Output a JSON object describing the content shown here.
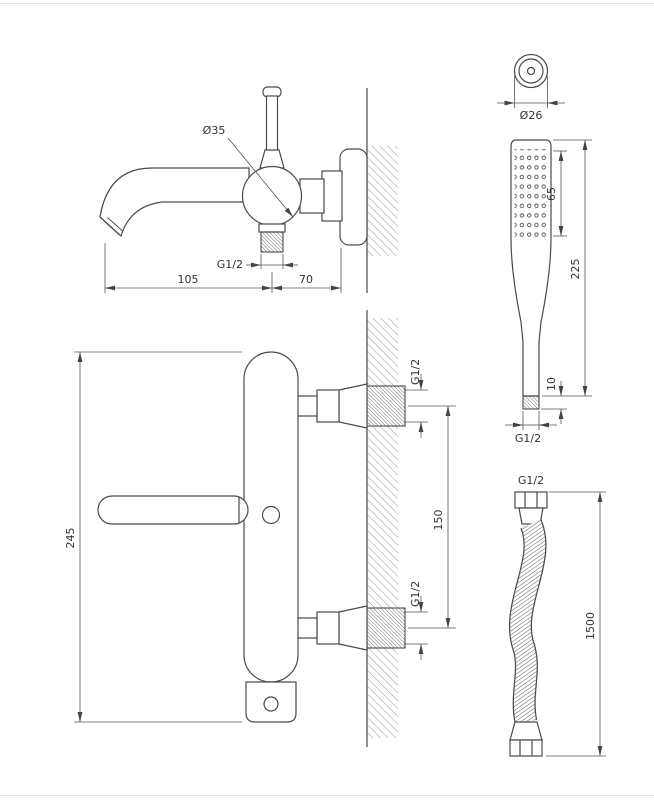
{
  "views": {
    "spout_side": {
      "body_diameter": "Ø35",
      "outlet_thread": "G1/2",
      "spout_reach": "105",
      "wall_offset": "70"
    },
    "mixer_front": {
      "overall_height": "245",
      "top_connection_thread": "G1/2",
      "connection_spacing": "150",
      "bottom_connection_thread": "G1/2"
    },
    "handshower": {
      "head_diameter": "Ø26",
      "spray_face_length": "65",
      "total_length": "225",
      "connector_length": "10",
      "thread": "G1/2"
    },
    "hose": {
      "thread": "G1/2",
      "length": "1500"
    }
  }
}
